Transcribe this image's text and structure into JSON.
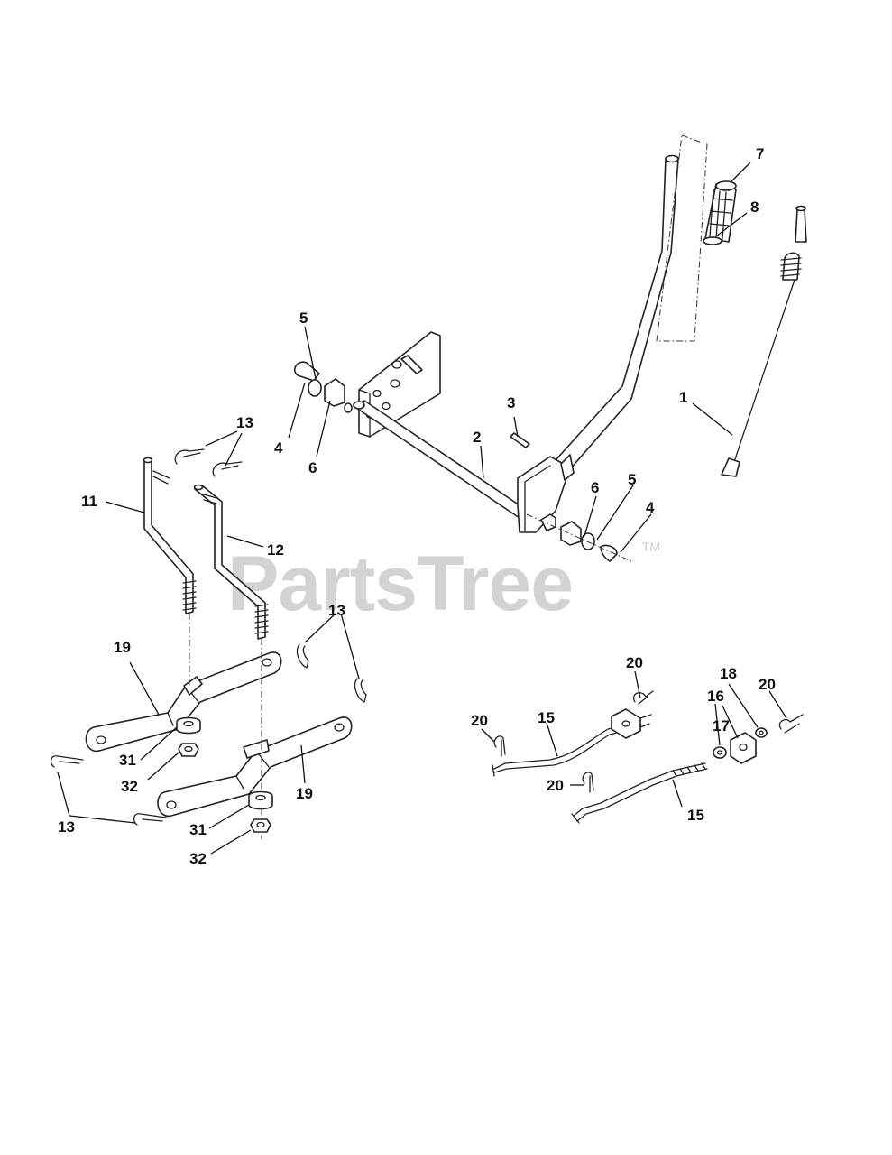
{
  "watermark": {
    "text": "PartsTree",
    "mark": "TM"
  },
  "callouts": {
    "c1": "1",
    "c2": "2",
    "c3": "3",
    "c4a": "4",
    "c4b": "4",
    "c5a": "5",
    "c5b": "5",
    "c6a": "6",
    "c6b": "6",
    "c7": "7",
    "c8": "8",
    "c11": "11",
    "c12": "12",
    "c13a": "13",
    "c13b": "13",
    "c13c": "13",
    "c15a": "15",
    "c15b": "15",
    "c16": "16",
    "c17": "17",
    "c18": "18",
    "c19a": "19",
    "c19b": "19",
    "c20a": "20",
    "c20b": "20",
    "c20c": "20",
    "c20d": "20",
    "c31a": "31",
    "c31b": "31",
    "c32a": "32",
    "c32b": "32"
  }
}
